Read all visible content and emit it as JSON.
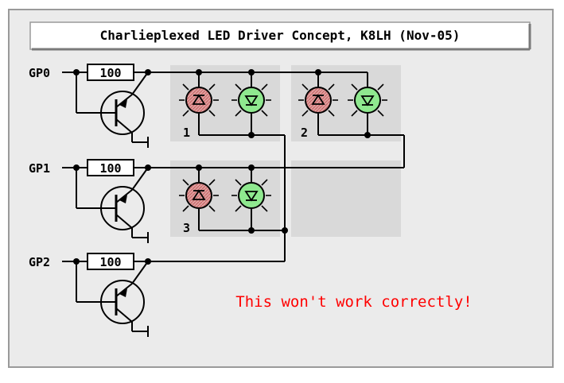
{
  "title": "Charlieplexed LED Driver Concept, K8LH (Nov-05)",
  "warning": "This won't work correctly!",
  "pins": [
    {
      "label": "GP0",
      "resistor": "100"
    },
    {
      "label": "GP1",
      "resistor": "100"
    },
    {
      "label": "GP2",
      "resistor": "100"
    }
  ],
  "led_groups": [
    {
      "number": "1"
    },
    {
      "number": "2"
    },
    {
      "number": "3"
    }
  ],
  "colors": {
    "panel_bg": "#ebebeb",
    "group_bg": "#d9d9d9",
    "led_red": "#d98a8a",
    "led_green": "#8fe88f",
    "warning": "#ff0000"
  }
}
